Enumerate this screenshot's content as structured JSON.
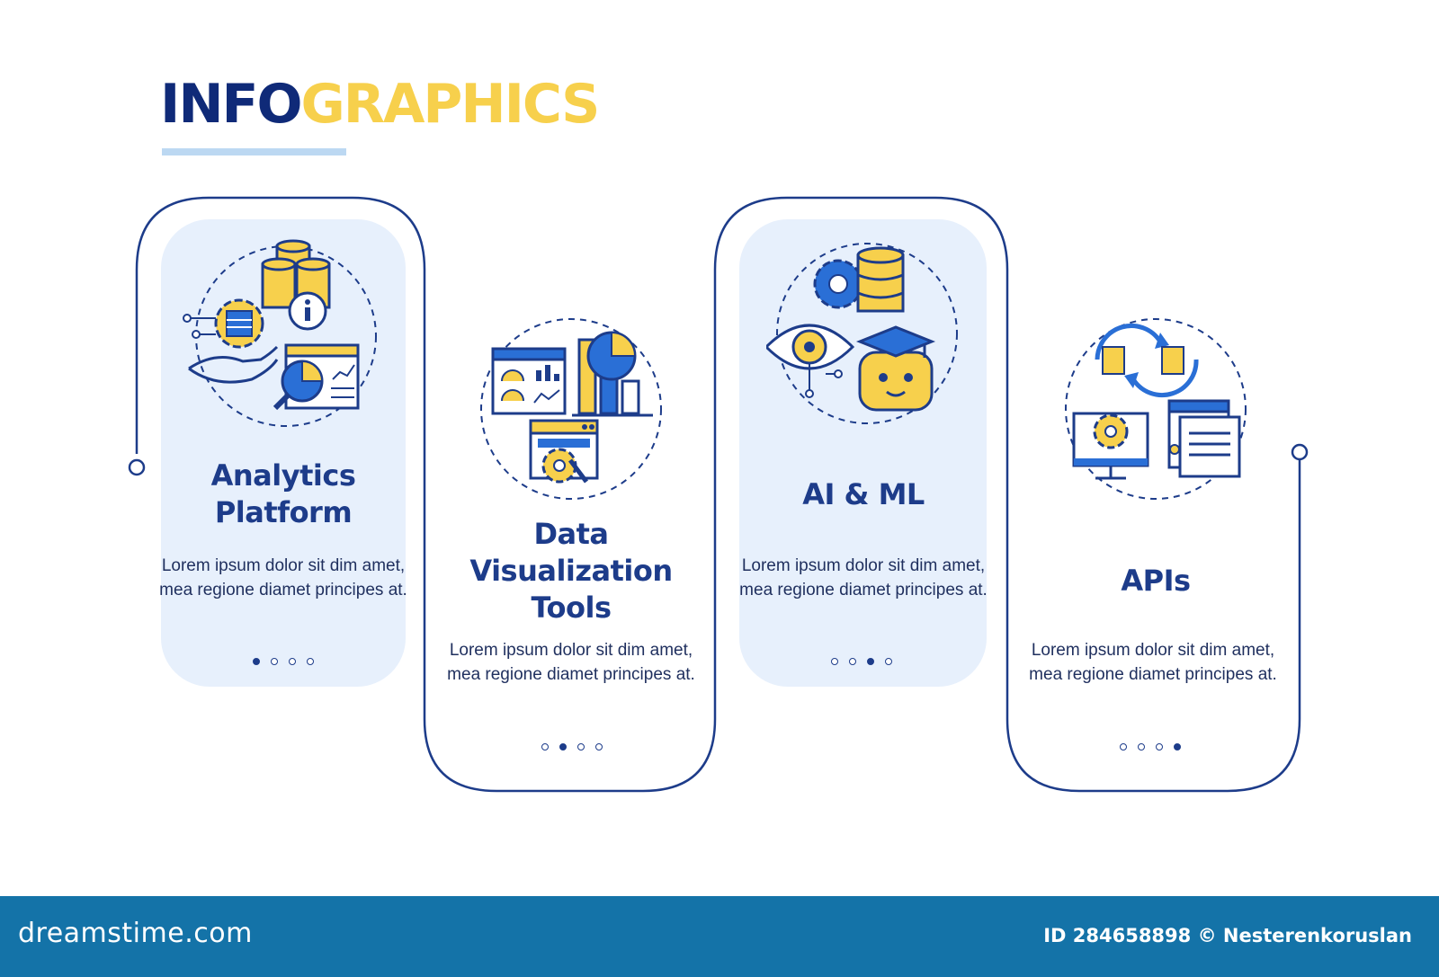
{
  "header": {
    "title_part1": "INFO",
    "title_part2": "GRAPHICS"
  },
  "colors": {
    "navy": "#1d3c8a",
    "yellow": "#f7d04c",
    "light_blue": "#e7f0fc",
    "blue": "#2a6fd6",
    "footer": "#1473a8"
  },
  "steps": [
    {
      "heading": "Analytics Platform",
      "body": "Lorem ipsum dolor sit dim amet, mea regione diamet principes at.",
      "active_dot": 1,
      "icon": "analytics-platform-icon"
    },
    {
      "heading": "Data Visualization Tools",
      "body": "Lorem ipsum dolor sit dim amet, mea regione diamet principes at.",
      "active_dot": 2,
      "icon": "data-visualization-icon"
    },
    {
      "heading": "AI & ML",
      "body": "Lorem ipsum dolor sit dim amet, mea regione diamet principes at.",
      "active_dot": 3,
      "icon": "ai-ml-icon"
    },
    {
      "heading": "APIs",
      "body": "Lorem ipsum dolor sit dim amet, mea regione diamet principes at.",
      "active_dot": 4,
      "icon": "api-icon"
    }
  ],
  "footer": {
    "brand": "dreamstime.com",
    "image_id": "ID 284658898 © Nesterenkoruslan"
  }
}
